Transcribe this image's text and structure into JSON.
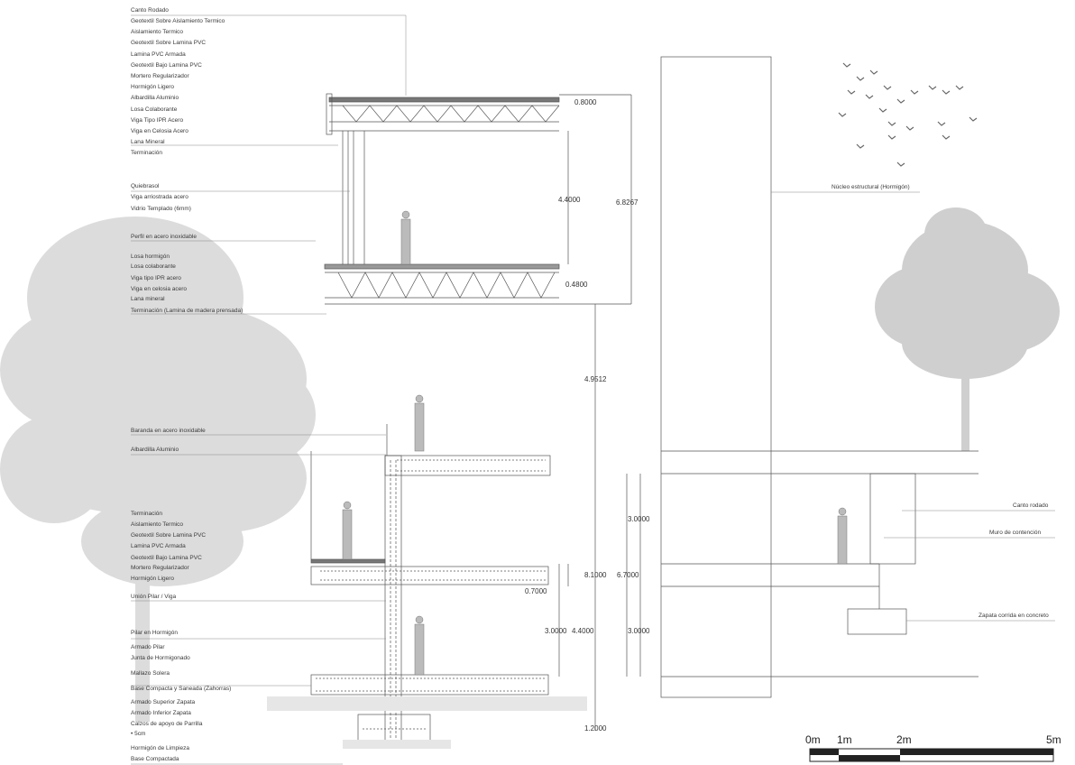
{
  "upper_labels": [
    "Canto Rodado",
    "Geotextil Sobre Aislamiento Termico",
    "Aislamiento Termico",
    "Geotextil Sobre Lamina PVC",
    "Lamina PVC Armada",
    "Geotextil Bajo Lamina PVC",
    "Mortero Regularizador",
    "Hormigón Ligero",
    "Albardilla Aluminio",
    "Losa Colaborante",
    "Viga Tipo IPR Acero",
    "Viga en Celosia Acero",
    "Lana Mineral",
    "Terminación"
  ],
  "mid_labels": [
    "Quiebrasol",
    "Viga arriostrada acero",
    "Vidrio Templado (6mm)",
    "Perfil en acero inoxidable",
    "Losa hormigón",
    "Losa colaborante",
    "Viga tipo IPR acero",
    "Viga en celosia acero",
    "Lana mineral",
    "Terminación (Lamina de madera prensada)"
  ],
  "lower_labels": [
    "Baranda en acero inoxidable",
    "Albardilla Aluminio",
    "Terminación",
    "Aislamiento Termico",
    "Geotextil Sobre Lamina PVC",
    "Lamina PVC Armada",
    "Geotextil Bajo Lamina PVC",
    "Mortero Regularizador",
    "Hormigón Ligero",
    "Unión Pilar / Viga",
    "Pilar en Hormigón",
    "Armado Pilar",
    "Junta de Hormigonado",
    "Mallazo Solera",
    "Base Compacta y Saneada (Zahorras)",
    "Armado Superior Zapata",
    "Armado Inferior Zapata",
    "Calzos de apoyo de Parrilla",
    "Hormigón de Limpieza",
    "Base Compactada"
  ],
  "note_small": "• 5cm",
  "right_labels": {
    "core": "Núcleo estructural (Hormigón)",
    "canto": "Canto rodado",
    "muro": "Muro de contención",
    "zapata": "Zapata corrida en concreto"
  },
  "dimensions": {
    "d1": "0.8000",
    "d2": "4.4000",
    "d3": "6.8267",
    "d4": "0.4800",
    "d5": "4.9512",
    "d6": "3.0000",
    "d7": "8.1000",
    "d8": "6.7000",
    "d9": "0.7000",
    "d10": "3.0000",
    "d11": "4.4000",
    "d12": "3.0000",
    "d13": "1.2000"
  },
  "scale_bar": {
    "labels": [
      "0m",
      "1m",
      "2m",
      "5m"
    ]
  },
  "colors": {
    "line": "#555555",
    "tree": "#cccccc",
    "fill_dark": "#444444"
  }
}
